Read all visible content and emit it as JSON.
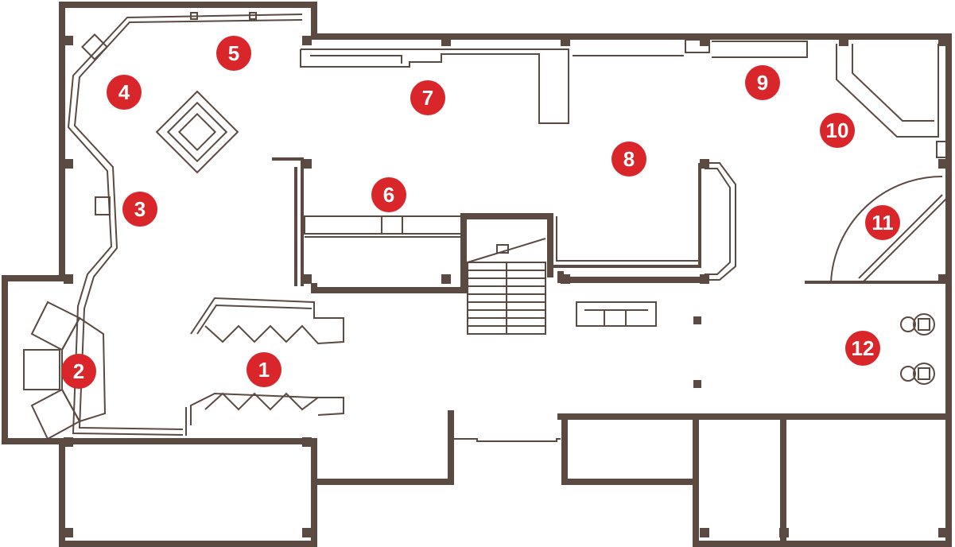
{
  "colors": {
    "wall": "#5a4a42",
    "marker": "#d8262a",
    "marker_text": "#ffffff",
    "background": "#ffffff"
  },
  "markers": [
    {
      "id": "1",
      "label": "1"
    },
    {
      "id": "2",
      "label": "2"
    },
    {
      "id": "3",
      "label": "3"
    },
    {
      "id": "4",
      "label": "4"
    },
    {
      "id": "5",
      "label": "5"
    },
    {
      "id": "6",
      "label": "6"
    },
    {
      "id": "7",
      "label": "7"
    },
    {
      "id": "8",
      "label": "8"
    },
    {
      "id": "9",
      "label": "9"
    },
    {
      "id": "10",
      "label": "10"
    },
    {
      "id": "11",
      "label": "11"
    },
    {
      "id": "12",
      "label": "12"
    }
  ]
}
